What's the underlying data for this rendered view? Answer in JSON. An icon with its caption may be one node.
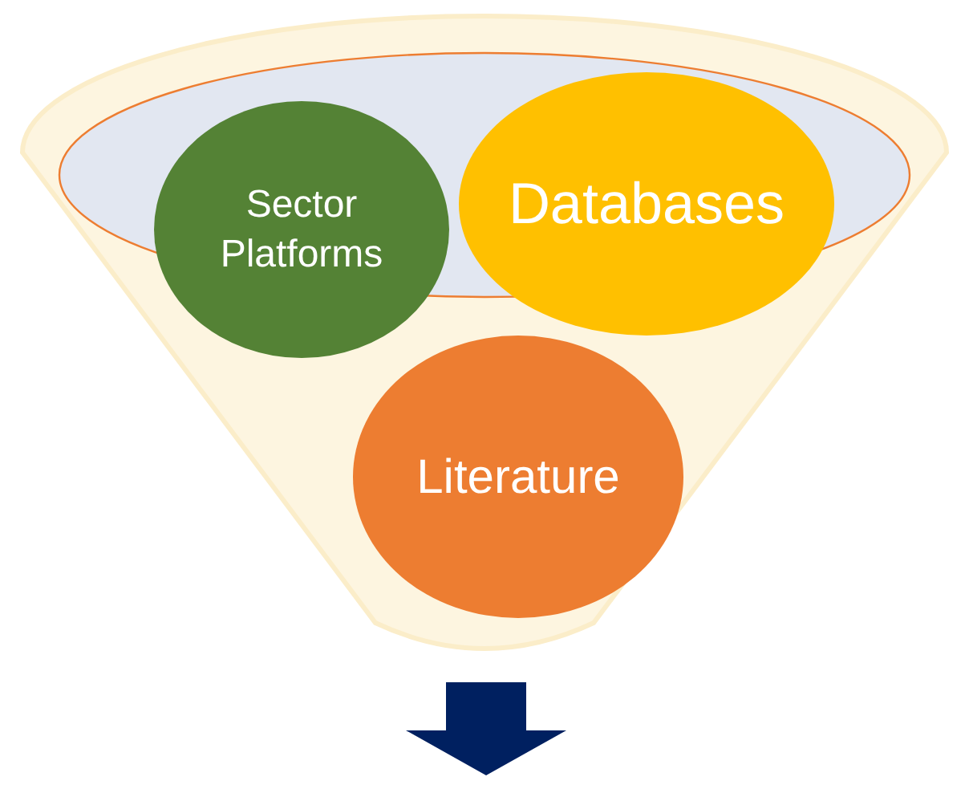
{
  "diagram": {
    "nodes": [
      {
        "text": [],
        "shape": "funnel"
      },
      {
        "text": [
          "Sector Platforms"
        ],
        "in": 0
      },
      {
        "text": [
          "Databases"
        ],
        "in": 0
      },
      {
        "text": [
          "Literature"
        ],
        "in": 0
      }
    ]
  }
}
